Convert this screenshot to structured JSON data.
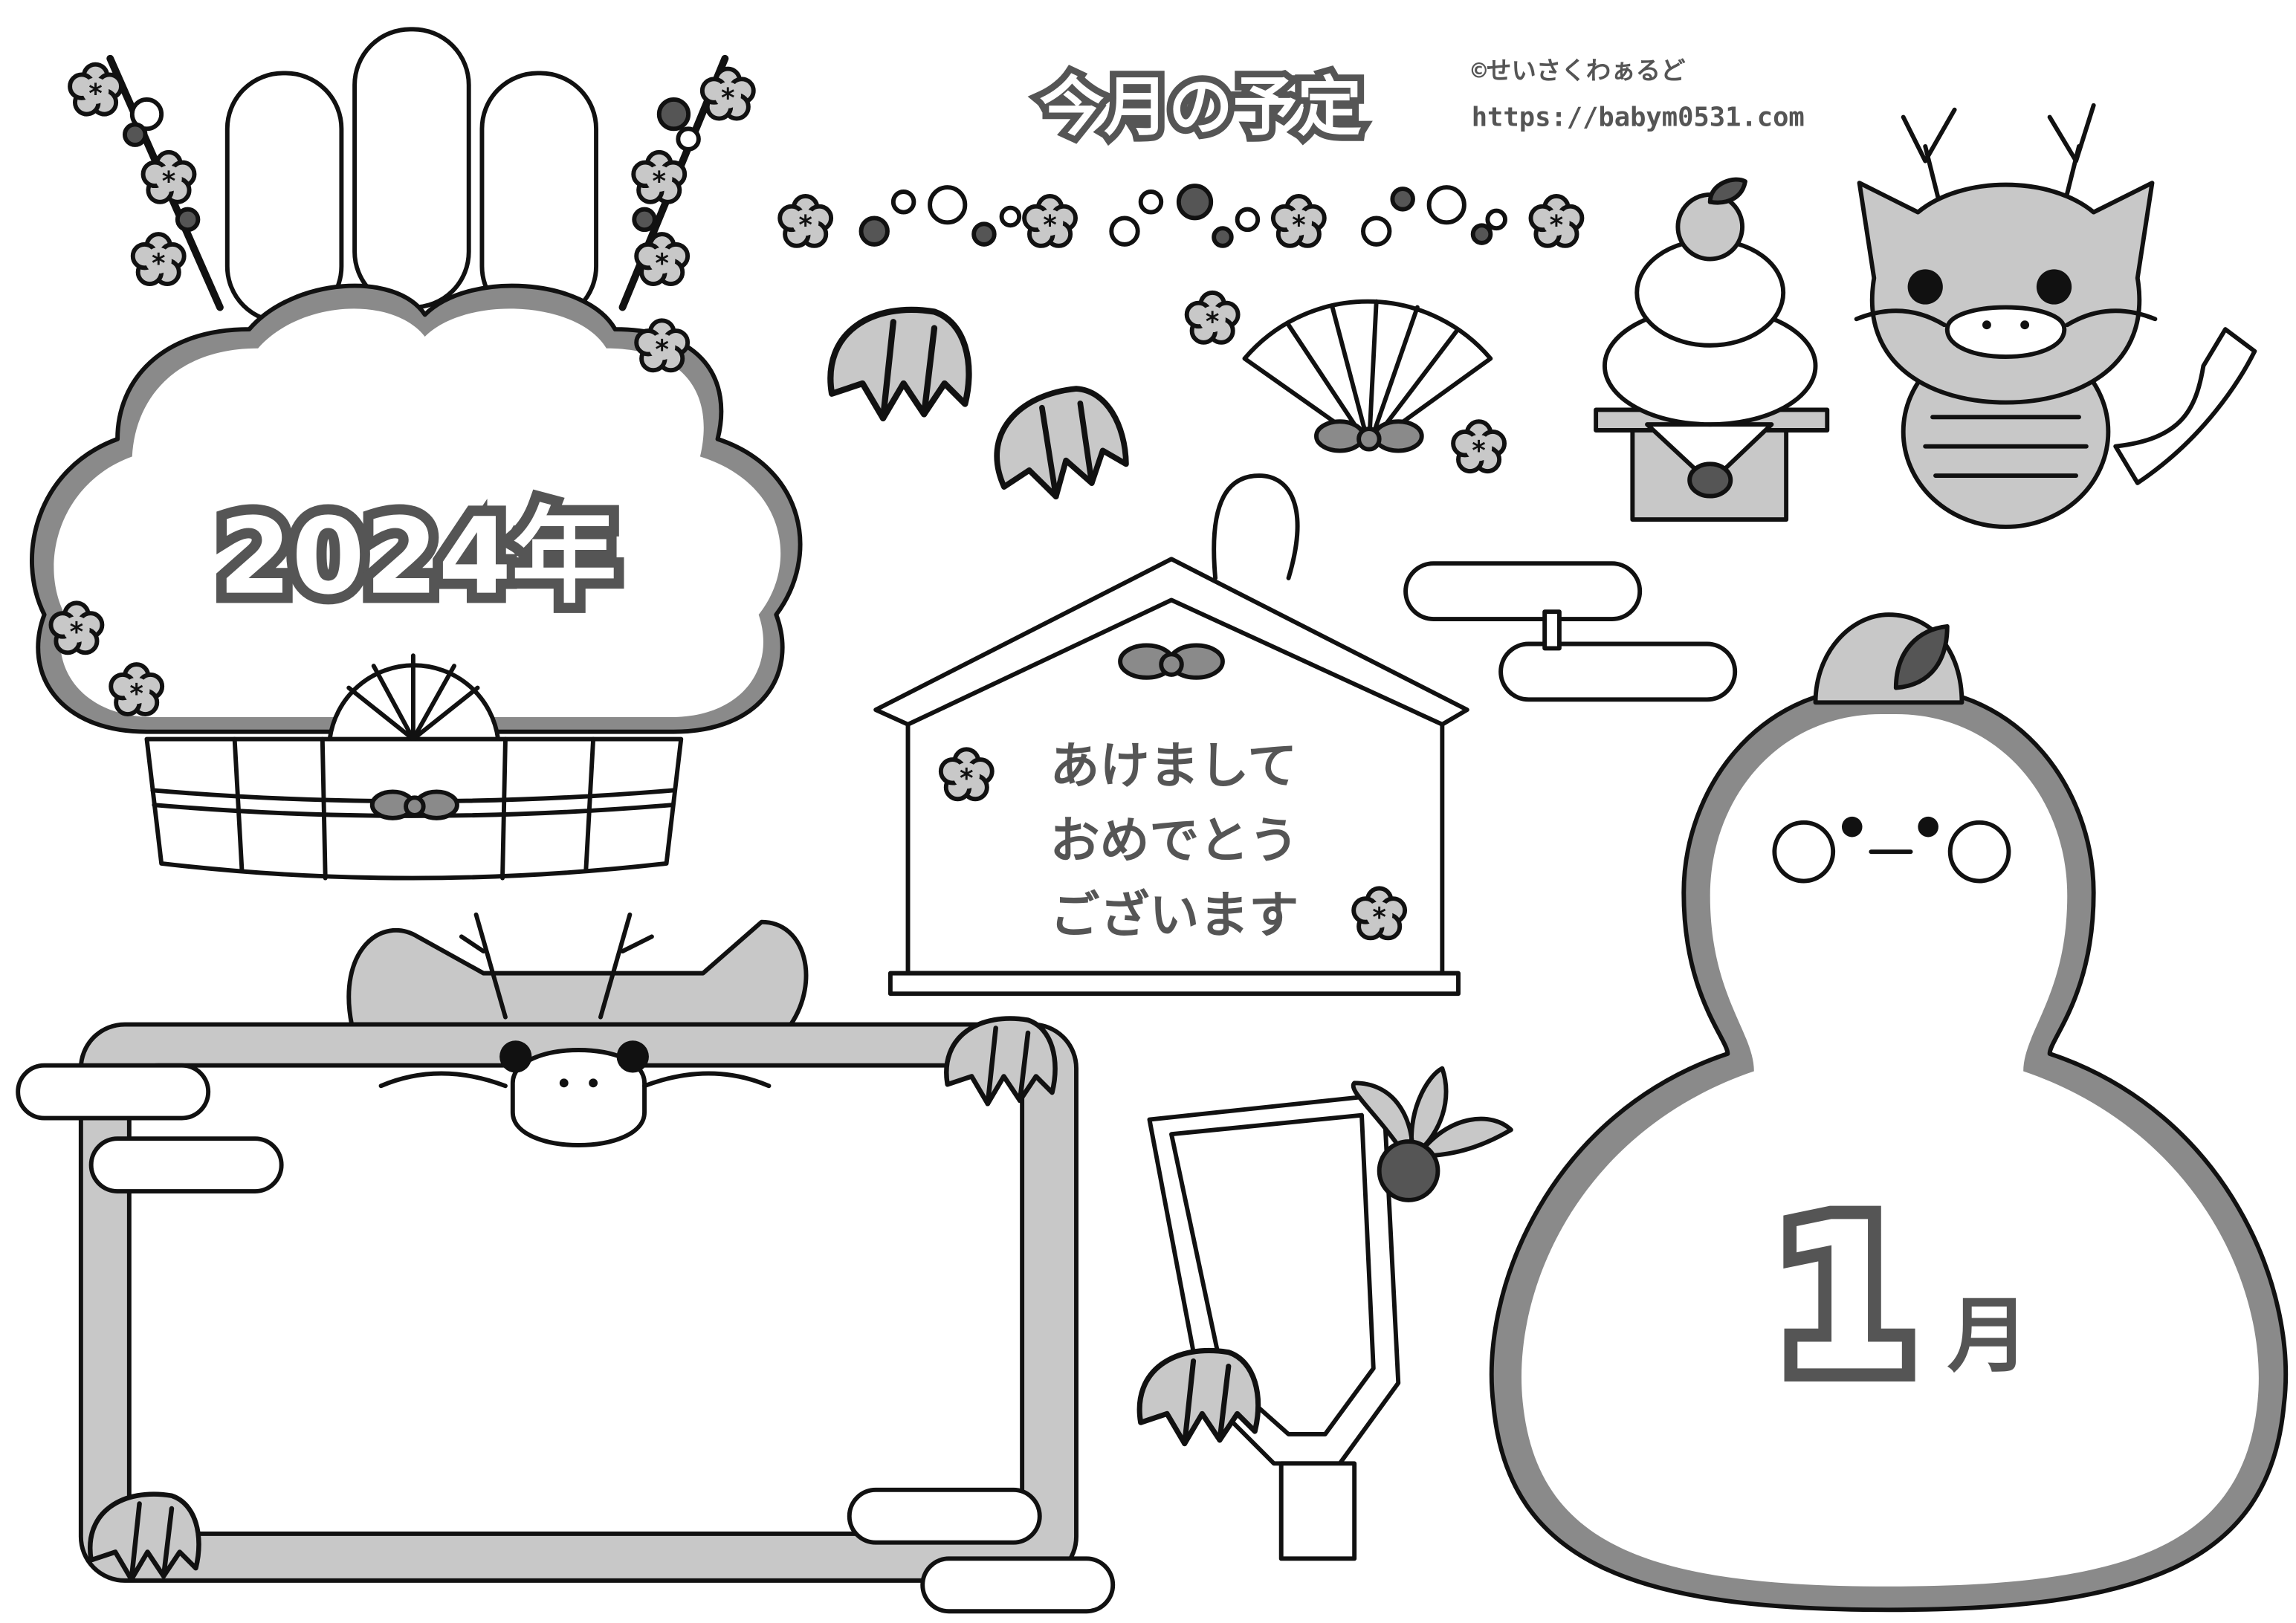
{
  "title": "今月の予定",
  "credit": {
    "copyright": "©せいさくわぁるど",
    "url": "https://babym0531.com"
  },
  "year_label": "2024年",
  "ema": {
    "lines": [
      "あけまして",
      "おめでとう",
      "ございます"
    ]
  },
  "month_label": {
    "number": "1",
    "unit": "月"
  },
  "colors": {
    "outline": "#111111",
    "light_gray": "#c8c8c8",
    "mid_gray": "#8a8a8a",
    "dark_gray": "#555555",
    "fill_white": "#ffffff"
  }
}
